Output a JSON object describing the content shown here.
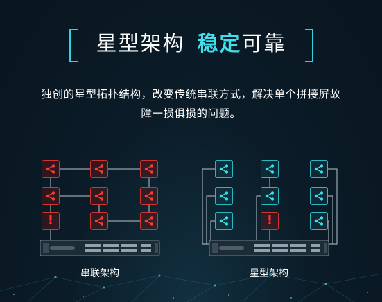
{
  "header": {
    "title_main": "星型架构",
    "title_highlight": "稳定",
    "title_tail": "可靠"
  },
  "description": {
    "line1": "独创的星型拓扑结构，改变传统串联方式，解决单个拼接屏故",
    "line2": "障一损俱损的问题。"
  },
  "diagrams": {
    "serial_label": "串联架构",
    "star_label": "星型架构"
  },
  "colors": {
    "accent": "#3fe0ee",
    "serial_node": "#d2332c",
    "star_node": "#2ab7c2",
    "background": "#0b1c28"
  },
  "icons": {
    "node_icon": "share-icon",
    "fault_icon": "exclamation-icon"
  }
}
